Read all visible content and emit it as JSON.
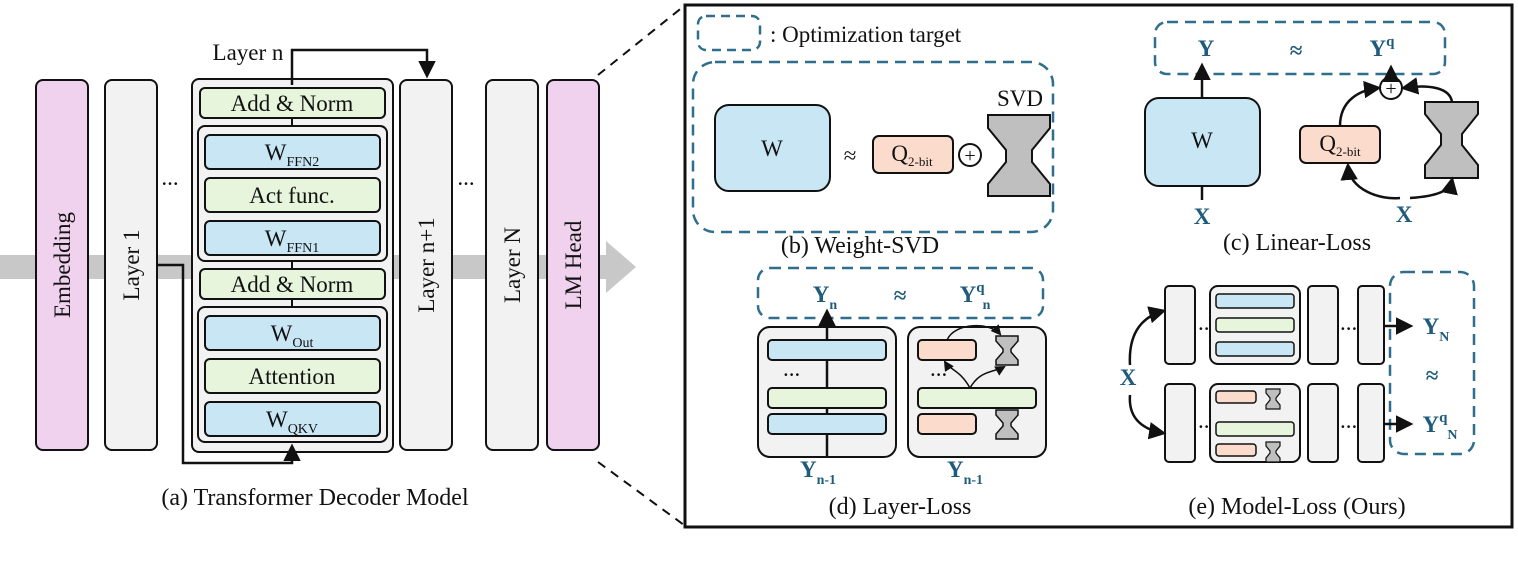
{
  "panel_a": {
    "caption": "(a) Transformer Decoder Model",
    "embedding": "Embedding",
    "layer_1": "Layer 1",
    "layer_n_title": "Layer n",
    "layer_n1": "Layer n+1",
    "layer_N": "Layer N",
    "lm_head": "LM Head",
    "ellipsis_left": "...",
    "ellipsis_right": "...",
    "blocks": {
      "add_norm_top": "Add & Norm",
      "w_ffn2_base": "W",
      "w_ffn2_sub": "FFN2",
      "act_func": "Act func.",
      "w_ffn1_base": "W",
      "w_ffn1_sub": "FFN1",
      "add_norm_mid": "Add & Norm",
      "w_out_base": "W",
      "w_out_sub": "Out",
      "attention": "Attention",
      "w_qkv_base": "W",
      "w_qkv_sub": "QKV"
    }
  },
  "legend": {
    "label": ": Optimization target"
  },
  "panel_b": {
    "caption": "(b) Weight-SVD",
    "w": "W",
    "approx": "≈",
    "q_base": "Q",
    "q_sub": "2-bit",
    "plus": "+",
    "svd": "SVD"
  },
  "panel_c": {
    "caption": "(c) Linear-Loss",
    "y": "Y",
    "approx": "≈",
    "yq_base": "Y",
    "yq_sup": "q",
    "w": "W",
    "q_base": "Q",
    "q_sub": "2-bit",
    "plus": "+",
    "x_left": "X",
    "x_right": "X"
  },
  "panel_d": {
    "caption": "(d) Layer-Loss",
    "yn_base": "Y",
    "yn_sub": "n",
    "approx": "≈",
    "yqn_base": "Y",
    "yqn_sup": "q",
    "yqn_sub": "n",
    "yn1_left_base": "Y",
    "yn1_left_sub": "n-1",
    "yn1_right_base": "Y",
    "yn1_right_sub": "n-1",
    "ellipsis_left": "...",
    "ellipsis_right": "..."
  },
  "panel_e": {
    "caption": "(e) Model-Loss (Ours)",
    "x": "X",
    "yN_base": "Y",
    "yN_sub": "N",
    "approx": "≈",
    "yqN_base": "Y",
    "yqN_sup": "q",
    "yqN_sub": "N",
    "ellipsis": "..."
  },
  "colors": {
    "pink": "#f0d2ee",
    "light_gray": "#f2f2f2",
    "block_blue": "#c9e6f5",
    "block_green": "#e6f5dc",
    "quant_peach": "#fbdccc",
    "svd_gray": "#bfbfbf",
    "dashed_teal": "#2f6e8c",
    "label_blue": "#1f5b7a",
    "flow_gray": "#c8c8c8"
  }
}
